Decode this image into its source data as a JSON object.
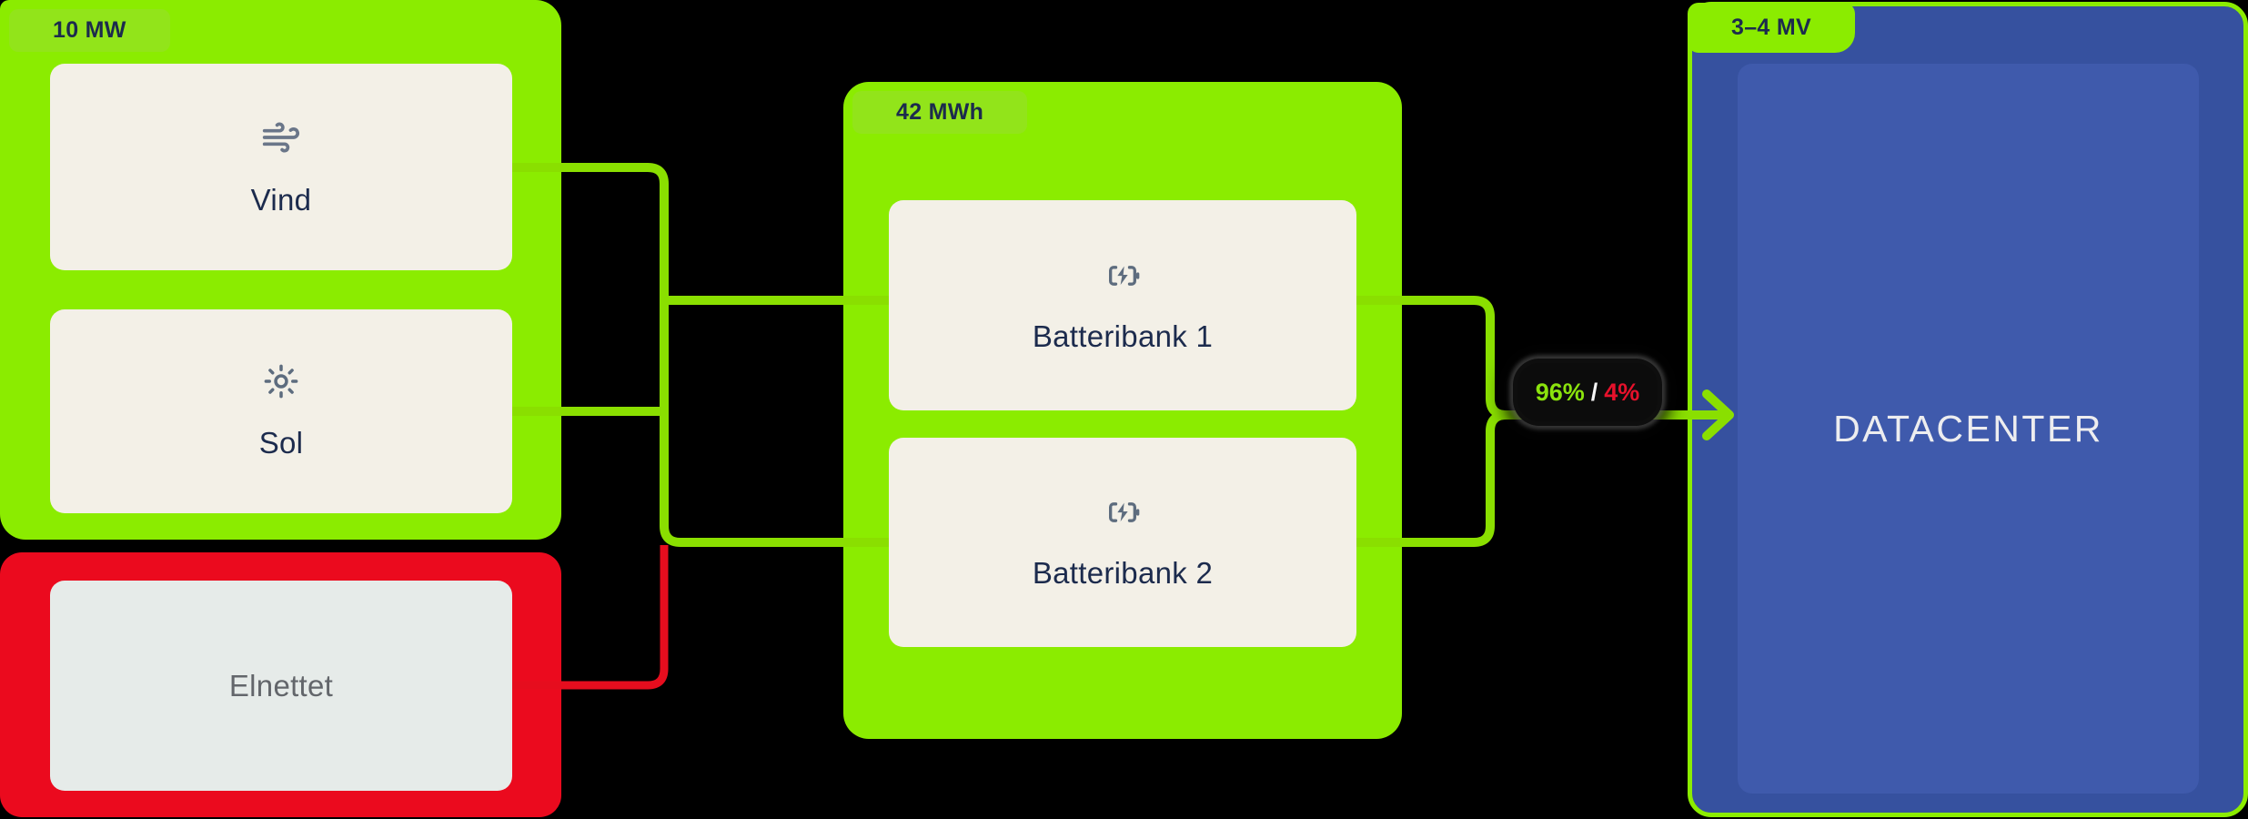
{
  "diagram": {
    "source_group": {
      "capacity_tag": "10 MW",
      "items": [
        {
          "label": "Vind",
          "icon": "wind-icon"
        },
        {
          "label": "Sol",
          "icon": "sun-icon"
        }
      ]
    },
    "grid_group": {
      "items": [
        {
          "label": "Elnettet",
          "icon": "none"
        }
      ]
    },
    "battery_group": {
      "capacity_tag": "42 MWh",
      "items": [
        {
          "label": "Batteribank 1",
          "icon": "battery-charging-icon"
        },
        {
          "label": "Batteribank 2",
          "icon": "battery-charging-icon"
        }
      ]
    },
    "datacenter_group": {
      "capacity_tag": "3–4 MV",
      "label": "DATACENTER"
    },
    "flow_split_label": {
      "renewable_pct": "96%",
      "separator": "/",
      "grid_pct": "4%"
    }
  },
  "colors": {
    "background": "#000000",
    "container_green": "#8BEC00",
    "tab_green": "#92E41A",
    "line_green": "#8ADF00",
    "container_red": "#EB0A1E",
    "line_red": "#E60D1E",
    "box_cream": "#F3F0E7",
    "box_gray": "#E6EBE9",
    "text_navy": "#1C2B4D",
    "text_gray": "#63666B",
    "datacenter_blue_outer": "#36519F",
    "datacenter_blue_inner": "#3F5AAC",
    "text_light": "#EDEDEF",
    "icon_slate": "#667182",
    "pct_green": "#8BE30D",
    "pct_red": "#E6112B"
  }
}
